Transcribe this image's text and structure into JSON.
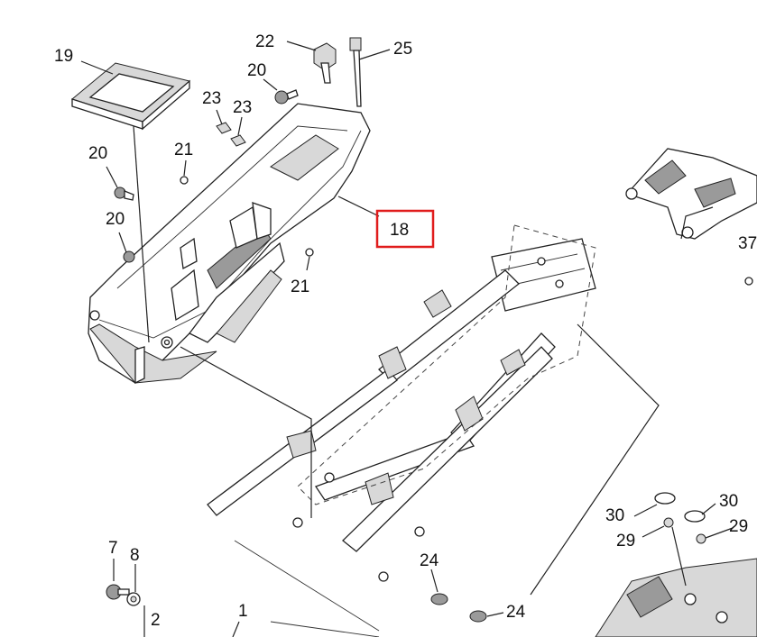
{
  "callouts": {
    "c19": "19",
    "c22": "22",
    "c25": "25",
    "c20a": "20",
    "c23a": "23",
    "c23b": "23",
    "c21a": "21",
    "c20b": "20",
    "c20c": "20",
    "c18": "18",
    "c21b": "21",
    "c37": "37",
    "c30a": "30",
    "c30b": "30",
    "c29a": "29",
    "c29b": "29",
    "c7": "7",
    "c8": "8",
    "c24a": "24",
    "c24b": "24",
    "c2": "2",
    "c1": "1"
  },
  "highlight": {
    "color": "#e01c1c",
    "target": "18"
  }
}
